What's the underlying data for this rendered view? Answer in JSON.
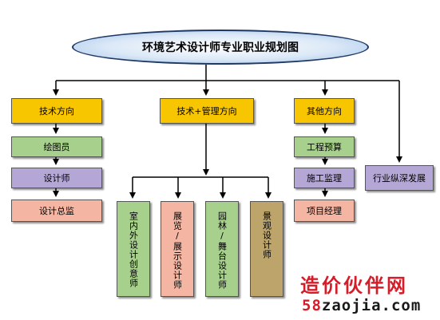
{
  "title": "环境艺术设计师专业职业规划图",
  "branches": {
    "tech": {
      "label": "技术方向",
      "steps": [
        "绘图员",
        "设计师",
        "设计总监"
      ]
    },
    "techmgmt": {
      "label": "技术+管理方向",
      "steps": [
        "室内外设计创意师",
        "展览/展示设计师",
        "园林/舞台设计师",
        "景观设计师"
      ]
    },
    "other": {
      "label": "其他方向",
      "steps": [
        "工程预算",
        "施工监理",
        "项目经理"
      ]
    },
    "industry": {
      "label": "行业纵深发展"
    }
  },
  "watermark": {
    "text": "造价伙伴网",
    "url_num": "58",
    "url_rest": "zaojia.com"
  },
  "colors": {
    "header_yellow": "#f7c600",
    "green": "#a8d08d",
    "purple": "#b4a7d6",
    "salmon": "#f4b6a3",
    "olive": "#bca46a",
    "title_border": "#1f3864",
    "watermark_red": "#d51d2a"
  }
}
